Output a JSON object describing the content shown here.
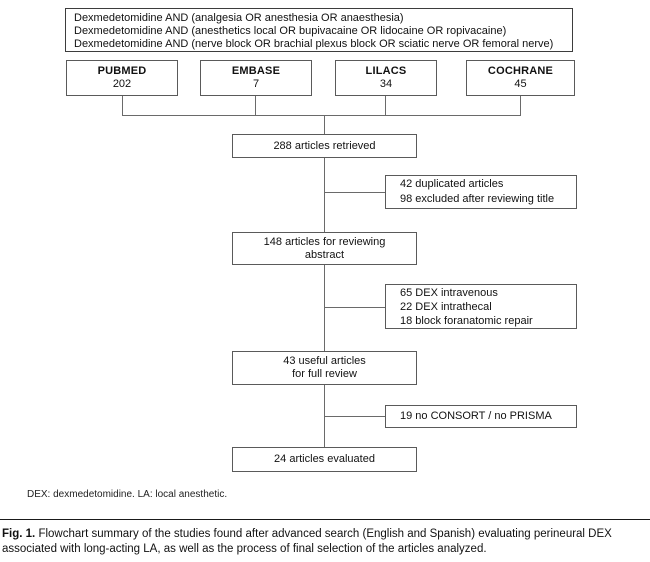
{
  "flowchart": {
    "search_box": {
      "lines": [
        "Dexmedetomidine AND (analgesia OR anesthesia OR anaesthesia)",
        "Dexmedetomidine AND (anesthetics local OR bupivacaine OR lidocaine OR ropivacaine)",
        "Dexmedetomidine AND (nerve block OR brachial plexus block OR sciatic nerve OR femoral nerve)"
      ]
    },
    "databases": [
      {
        "name": "PUBMED",
        "count": "202"
      },
      {
        "name": "EMBASE",
        "count": "7"
      },
      {
        "name": "LILACS",
        "count": "34"
      },
      {
        "name": "COCHRANE",
        "count": "45"
      }
    ],
    "main_steps": {
      "retrieved": {
        "line1": "288 articles retrieved"
      },
      "abstract": {
        "line1": "148 articles for reviewing",
        "line2": "abstract"
      },
      "full_review": {
        "line1": "43 useful articles",
        "line2": "for full review"
      },
      "evaluated": {
        "line1": "24 articles evaluated"
      }
    },
    "exclusions": {
      "duplicated": {
        "line1": "42 duplicated articles",
        "line2": "98 excluded after reviewing title"
      },
      "dex_routes": {
        "line1": "65 DEX intravenous",
        "line2": "22 DEX intrathecal",
        "line3": "18 block foranatomic repair"
      },
      "consort": {
        "line1": "19 no CONSORT / no PRISMA"
      }
    },
    "footnote": "DEX: dexmedetomidine. LA: local anesthetic."
  },
  "caption": {
    "label": "Fig. 1.",
    "line1": "Flowchart summary of the studies found after advanced search (English and Spanish) evaluating perineural DEX",
    "line2": "associated with long-acting LA, as well as the process of final selection of the articles analyzed."
  },
  "colors": {
    "background": "#ffffff",
    "box_border": "#5a5a5a",
    "connector": "#6a6a6a",
    "text": "#111111"
  }
}
